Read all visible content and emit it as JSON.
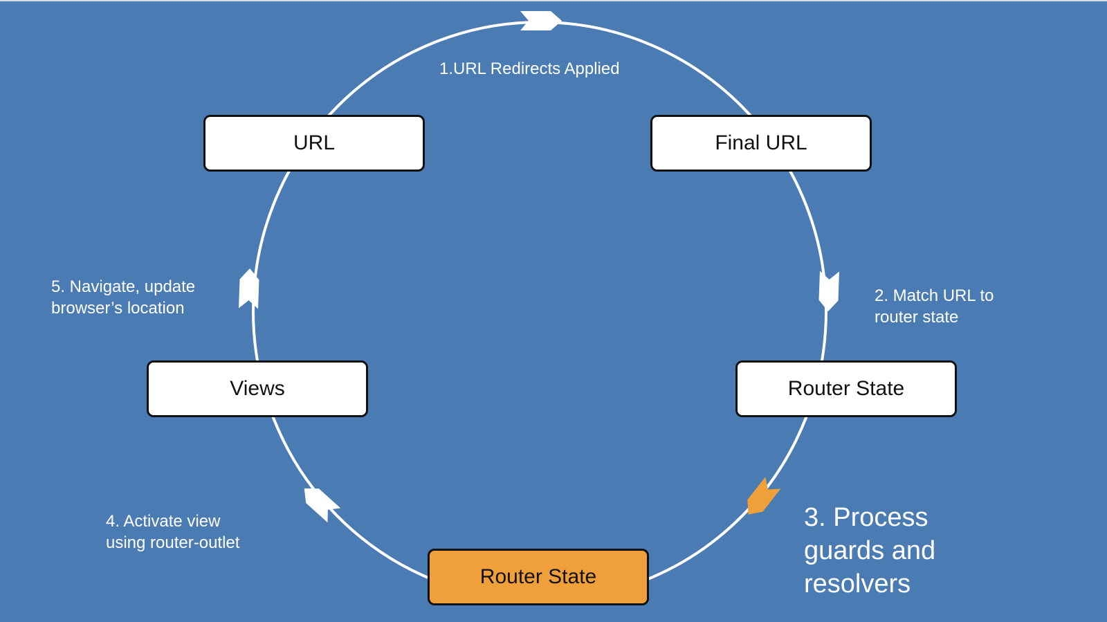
{
  "nodes": {
    "url": "URL",
    "final_url": "Final URL",
    "router_state_right": "Router State",
    "router_state_bottom": "Router State",
    "views": "Views"
  },
  "steps": {
    "step1": "1.URL Redirects Applied",
    "step2_line1": "2. Match URL to",
    "step2_line2": "router state",
    "step3_line1": "3. Process",
    "step3_line2": "guards and",
    "step3_line3": "resolvers",
    "step4_line1": "4. Activate view",
    "step4_line2": "using router-outlet",
    "step5_line1": "5. Navigate, update",
    "step5_line2": "browser’s location"
  },
  "colors": {
    "background": "#4a7bb2",
    "node": "#ffffff",
    "active_node": "#f0a03a",
    "active_arrow": "#f0a03a",
    "cycle_line": "#ffffff"
  }
}
